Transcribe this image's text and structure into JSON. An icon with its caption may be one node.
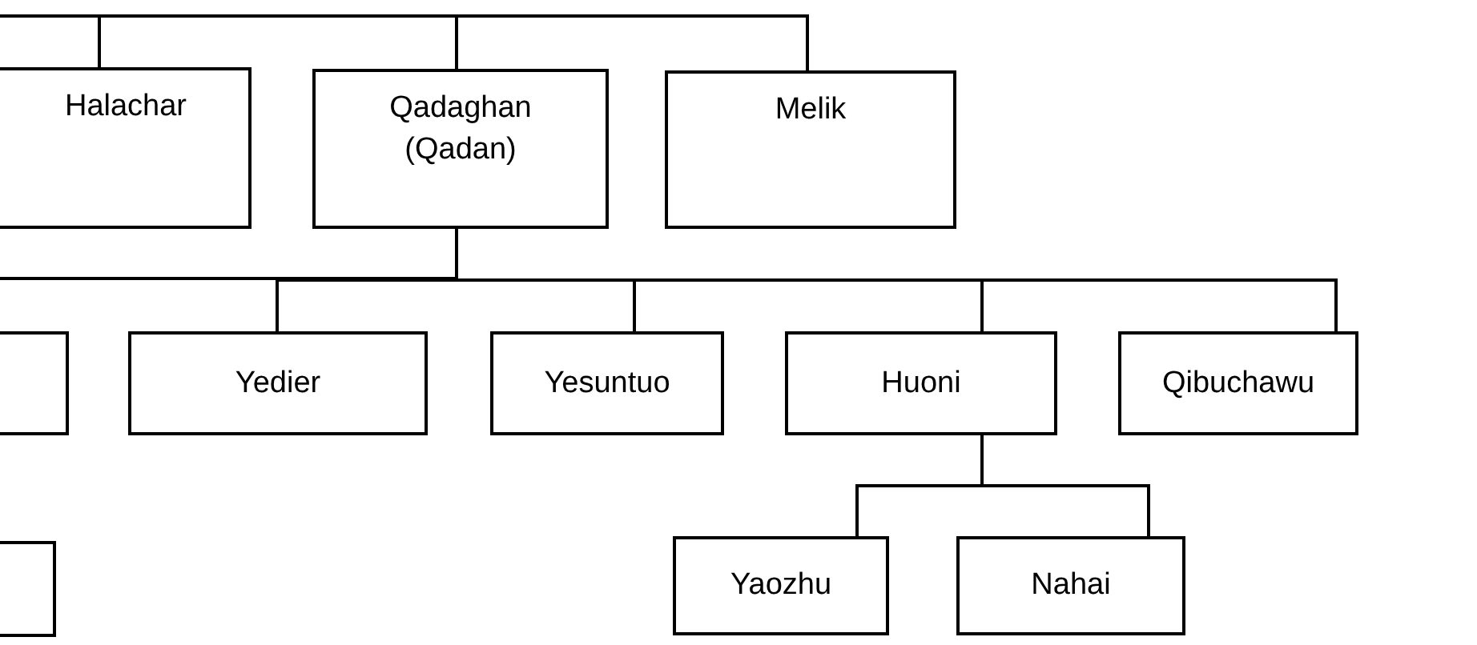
{
  "diagram": {
    "nodes": [
      {
        "text": [
          "Halachar"
        ]
      },
      {
        "text": [
          "Qadaghan (Qadan)"
        ]
      },
      {
        "text": [
          "Melik"
        ]
      },
      {
        "text": [],
        "shape": "box"
      },
      {
        "text": [
          "Yedier"
        ]
      },
      {
        "text": [
          "Yesuntuo"
        ]
      },
      {
        "text": [
          "Huoni"
        ]
      },
      {
        "text": [
          "Qibuchawu"
        ]
      },
      {
        "text": [],
        "shape": "box"
      },
      {
        "text": [
          "Yaozhu"
        ]
      },
      {
        "text": [
          "Nahai"
        ]
      }
    ],
    "edges": [
      {
        "from": null,
        "to": 0,
        "arrow": "none"
      },
      {
        "from": null,
        "to": 1,
        "arrow": "none"
      },
      {
        "from": null,
        "to": 2,
        "arrow": "none"
      },
      {
        "from": 1,
        "to": 4,
        "arrow": "none"
      },
      {
        "from": 1,
        "to": 5,
        "arrow": "none"
      },
      {
        "from": 1,
        "to": 6,
        "arrow": "none"
      },
      {
        "from": 1,
        "to": 7,
        "arrow": "none"
      },
      {
        "from": 6,
        "to": 9,
        "arrow": "none"
      },
      {
        "from": 6,
        "to": 10,
        "arrow": "none"
      }
    ]
  }
}
